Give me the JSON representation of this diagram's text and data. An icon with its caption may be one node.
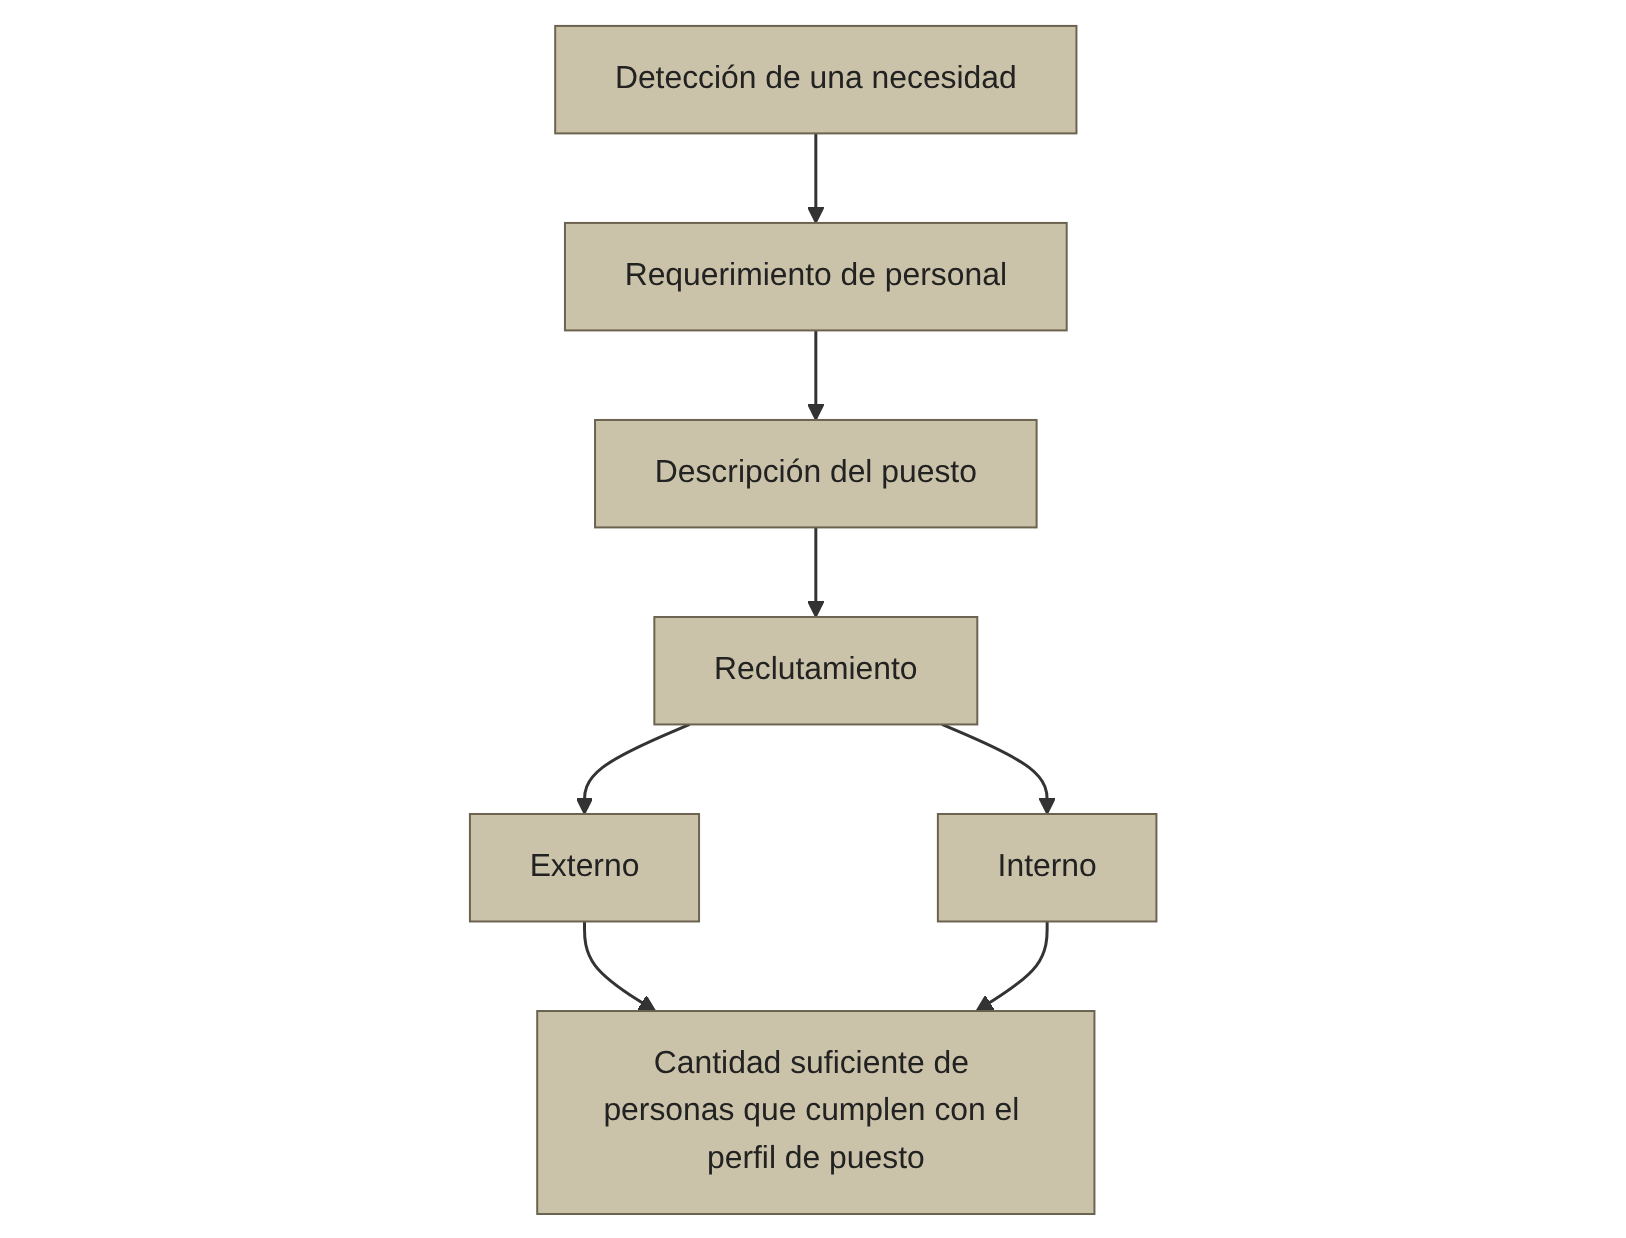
{
  "diagram": {
    "nodes": [
      {
        "text": [
          "Detección de una necesidad"
        ]
      },
      {
        "text": [
          "Requerimiento de personal"
        ]
      },
      {
        "text": [
          "Descripción del puesto"
        ]
      },
      {
        "text": [
          "Reclutamiento"
        ]
      },
      {
        "text": [
          "Externo"
        ]
      },
      {
        "text": [
          "Interno"
        ]
      },
      {
        "text": [
          "Cantidad suficiente de personas que cumplen con el perfil de puesto"
        ]
      }
    ],
    "edges": [
      {
        "from": 0,
        "to": 1,
        "arrow": "to"
      },
      {
        "from": 1,
        "to": 2,
        "arrow": "to"
      },
      {
        "from": 2,
        "to": 3,
        "arrow": "to"
      },
      {
        "from": 3,
        "to": 4,
        "arrow": "to"
      },
      {
        "from": 3,
        "to": 5,
        "arrow": "to"
      },
      {
        "from": 4,
        "to": 6,
        "arrow": "to"
      },
      {
        "from": 5,
        "to": 6,
        "arrow": "to"
      }
    ]
  }
}
